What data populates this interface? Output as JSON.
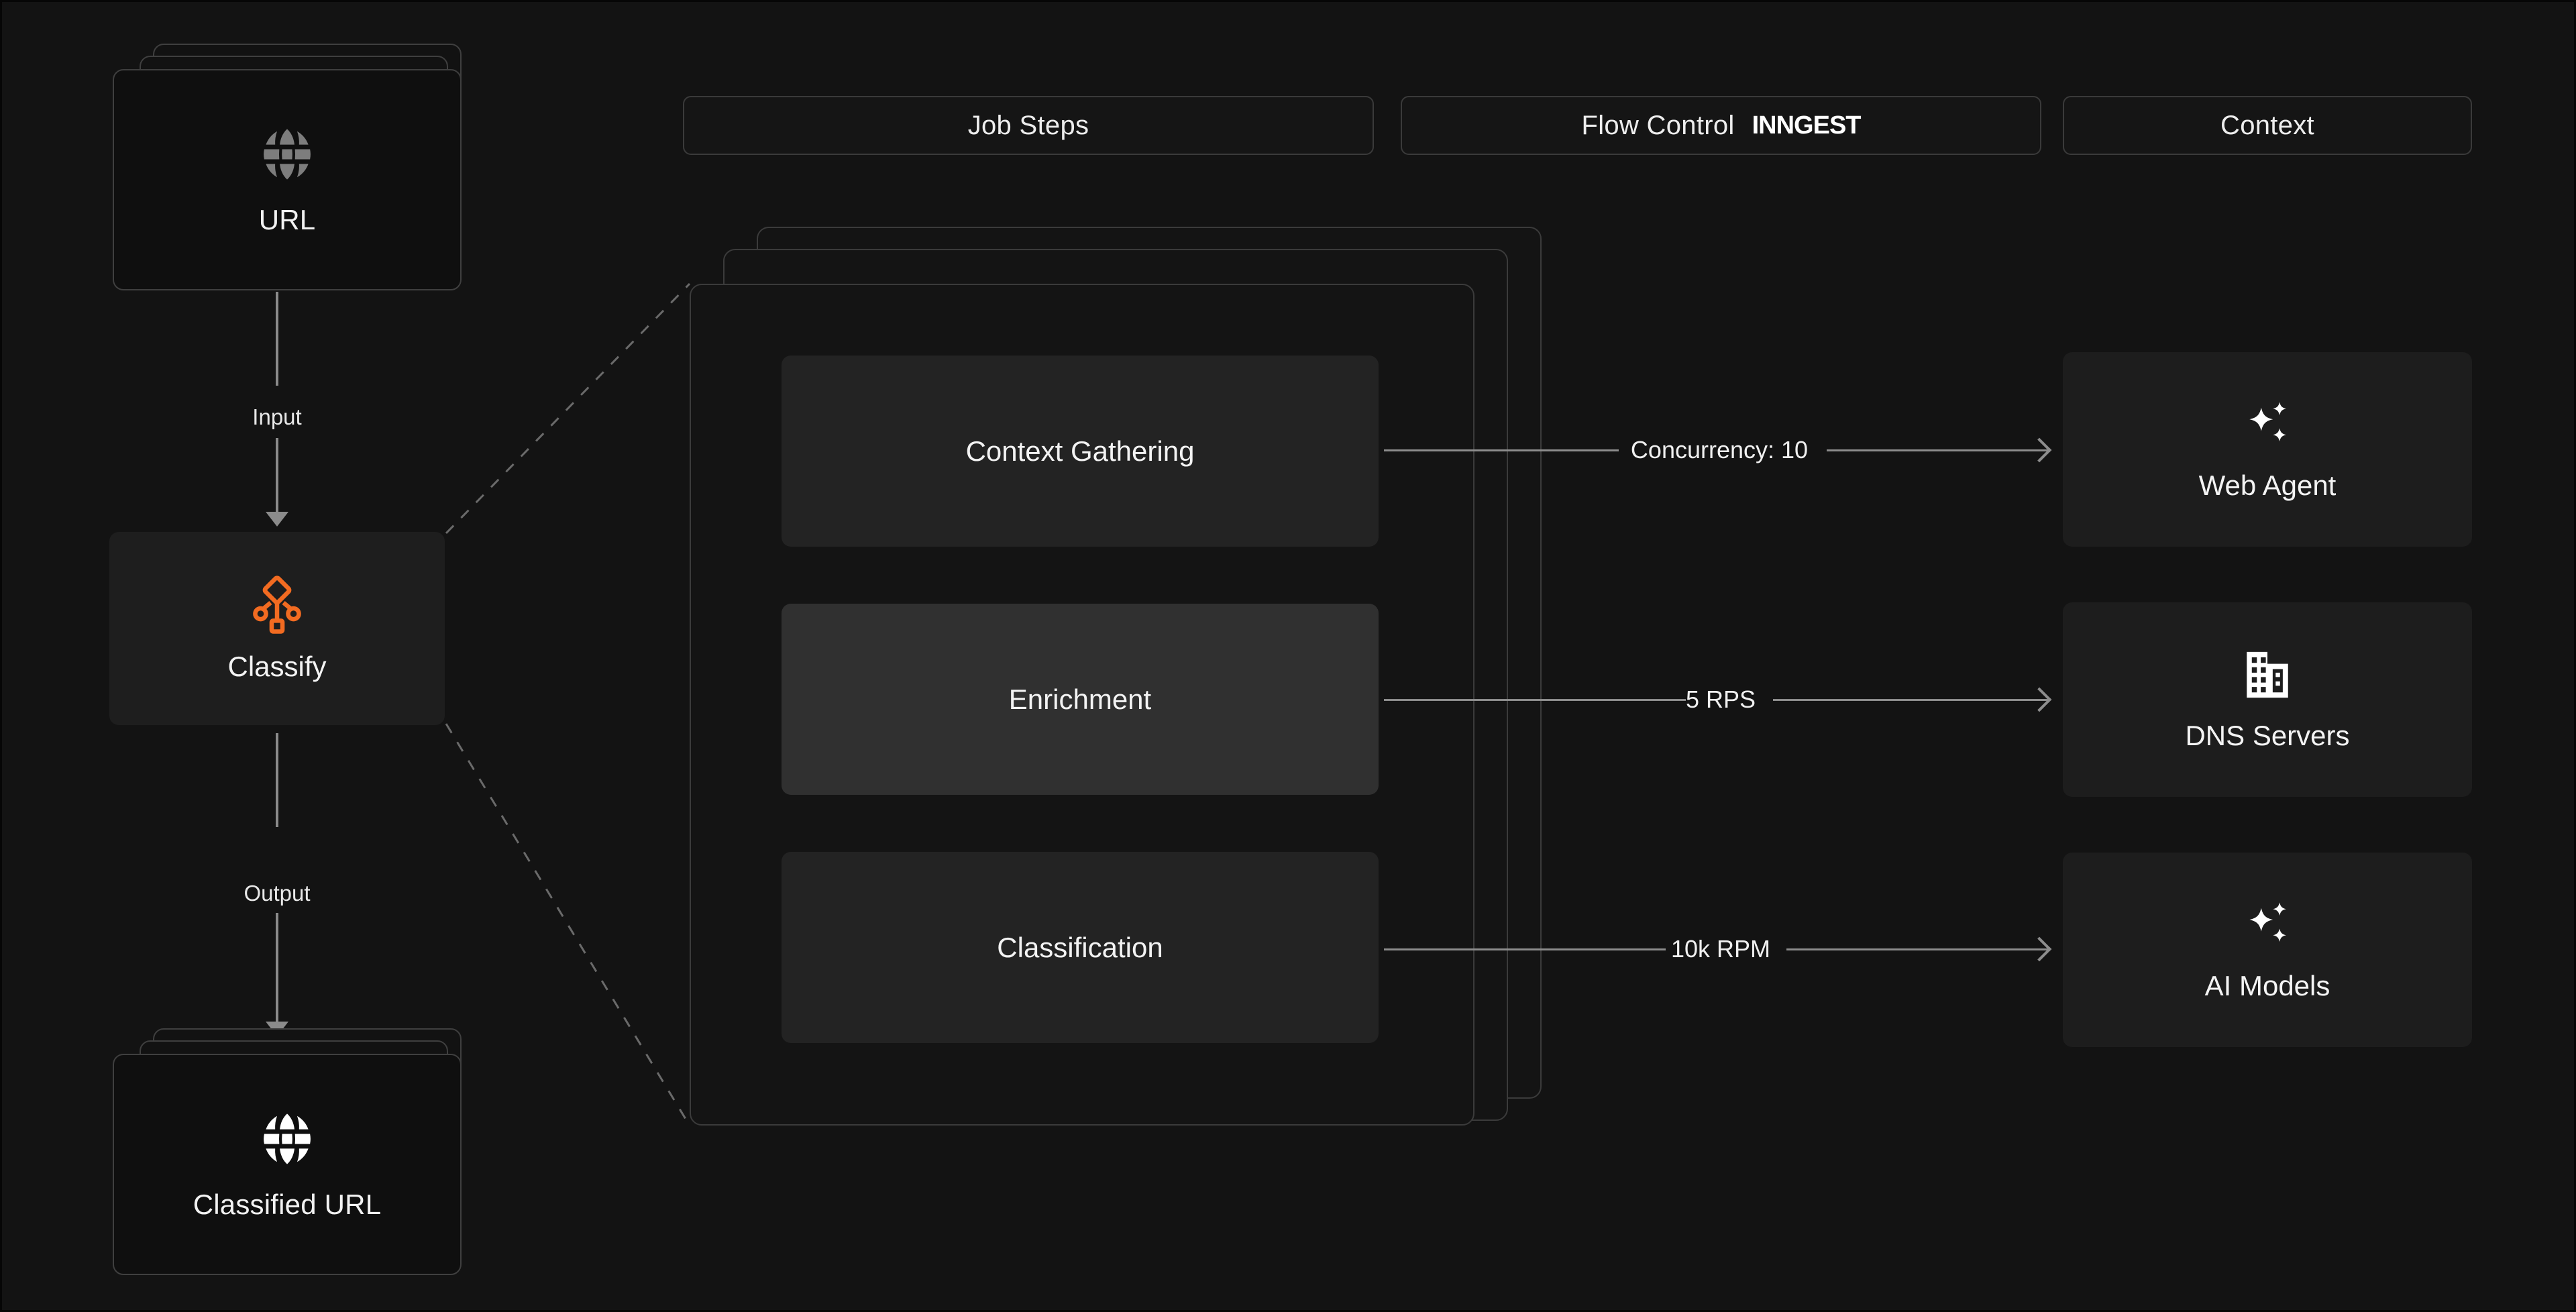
{
  "theme": {
    "background": "#131313",
    "card_bg": "#1d1d1d",
    "step_bg": "#232323",
    "step_accent_bg": "#303030",
    "border": "#3a3a3a",
    "text": "#f2f2f2",
    "line": "#8d8d8d",
    "accent_orange": "#F26B21"
  },
  "header": {
    "tabs": [
      {
        "label": "Job Steps"
      },
      {
        "label": "Flow Control",
        "brand": "INNGEST"
      },
      {
        "label": "Context"
      }
    ]
  },
  "pipeline": {
    "input_node": {
      "label": "URL",
      "icon": "globe-icon"
    },
    "input_edge_label": "Input",
    "process_node": {
      "label": "Classify",
      "icon": "classify-workflow-icon"
    },
    "output_edge_label": "Output",
    "output_node": {
      "label": "Classified URL",
      "icon": "globe-icon"
    }
  },
  "job_steps": {
    "steps": [
      {
        "label": "Context Gathering",
        "accent": false
      },
      {
        "label": "Enrichment",
        "accent": true
      },
      {
        "label": "Classification",
        "accent": false
      }
    ]
  },
  "flow_control": {
    "connectors": [
      {
        "label": "Concurrency: 10"
      },
      {
        "label": "5 RPS"
      },
      {
        "label": "10k RPM"
      }
    ]
  },
  "context": {
    "resources": [
      {
        "label": "Web Agent",
        "icon": "sparkles-icon"
      },
      {
        "label": "DNS Servers",
        "icon": "building-icon"
      },
      {
        "label": "AI Models",
        "icon": "sparkles-icon"
      }
    ]
  }
}
